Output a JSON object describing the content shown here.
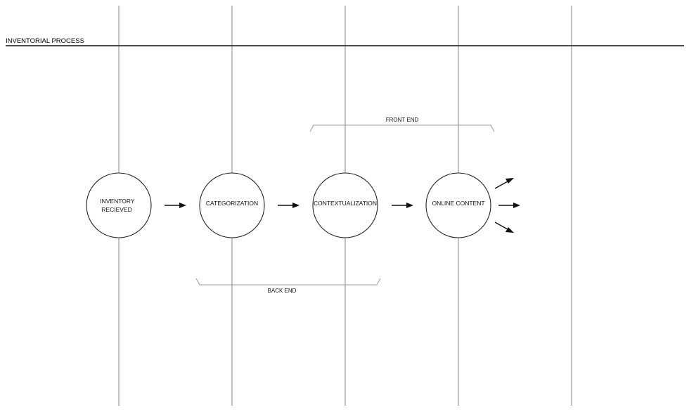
{
  "title": "INVENTORIAL PROCESS",
  "nodes": [
    {
      "id": "inventory-recieved",
      "lines": [
        "INVENTORY",
        "RECIEVED"
      ]
    },
    {
      "id": "categorization",
      "lines": [
        "CATEGORIZATION"
      ]
    },
    {
      "id": "contextualization",
      "lines": [
        "CONTEXTUALIZATION"
      ]
    },
    {
      "id": "online-content",
      "lines": [
        "ONLINE CONTENT"
      ]
    }
  ],
  "groups": {
    "front_end": {
      "label": "FRONT END",
      "spans_nodes": [
        "contextualization",
        "online-content"
      ]
    },
    "back_end": {
      "label": "BACK END",
      "spans_nodes": [
        "categorization",
        "contextualization"
      ]
    }
  },
  "flow": [
    {
      "from": "inventory-recieved",
      "to": "categorization"
    },
    {
      "from": "categorization",
      "to": "contextualization"
    },
    {
      "from": "contextualization",
      "to": "online-content"
    }
  ],
  "outputs": {
    "from": "online-content",
    "directions": [
      "up-right",
      "right",
      "down-right"
    ]
  },
  "colors": {
    "lane_line": "#9a9a9a",
    "header_rule": "#111111",
    "node_stroke": "#222222",
    "arrow": "#111111"
  }
}
